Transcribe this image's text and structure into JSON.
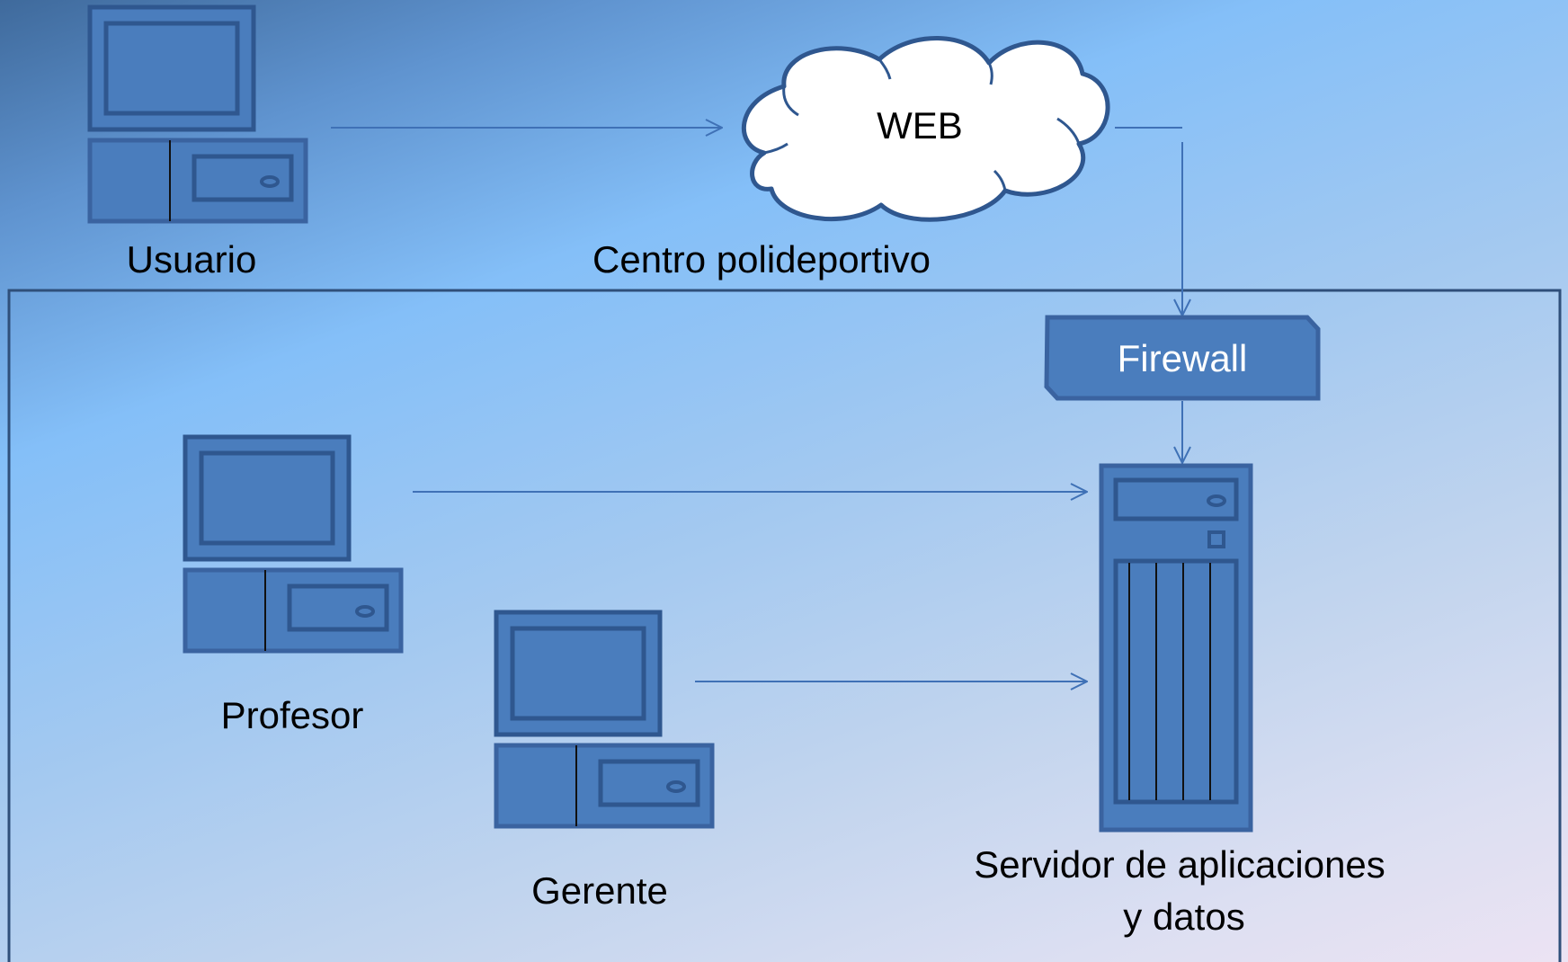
{
  "labels": {
    "usuario": "Usuario",
    "web": "WEB",
    "centro": "Centro polideportivo",
    "firewall": "Firewall",
    "profesor": "Profesor",
    "gerente": "Gerente",
    "servidor_line1": "Servidor de aplicaciones",
    "servidor_line2": "y datos"
  },
  "icons": {
    "computer": "computer-icon",
    "cloud": "cloud-icon",
    "server": "server-tower-icon",
    "arrow": "arrow-right-icon"
  },
  "colors": {
    "shape_fill": "#4a7dbd",
    "shape_stroke": "#3a63a0",
    "connector": "#3f71b6",
    "cloud_fill": "#ffffff",
    "firewall_text": "#ffffff"
  }
}
